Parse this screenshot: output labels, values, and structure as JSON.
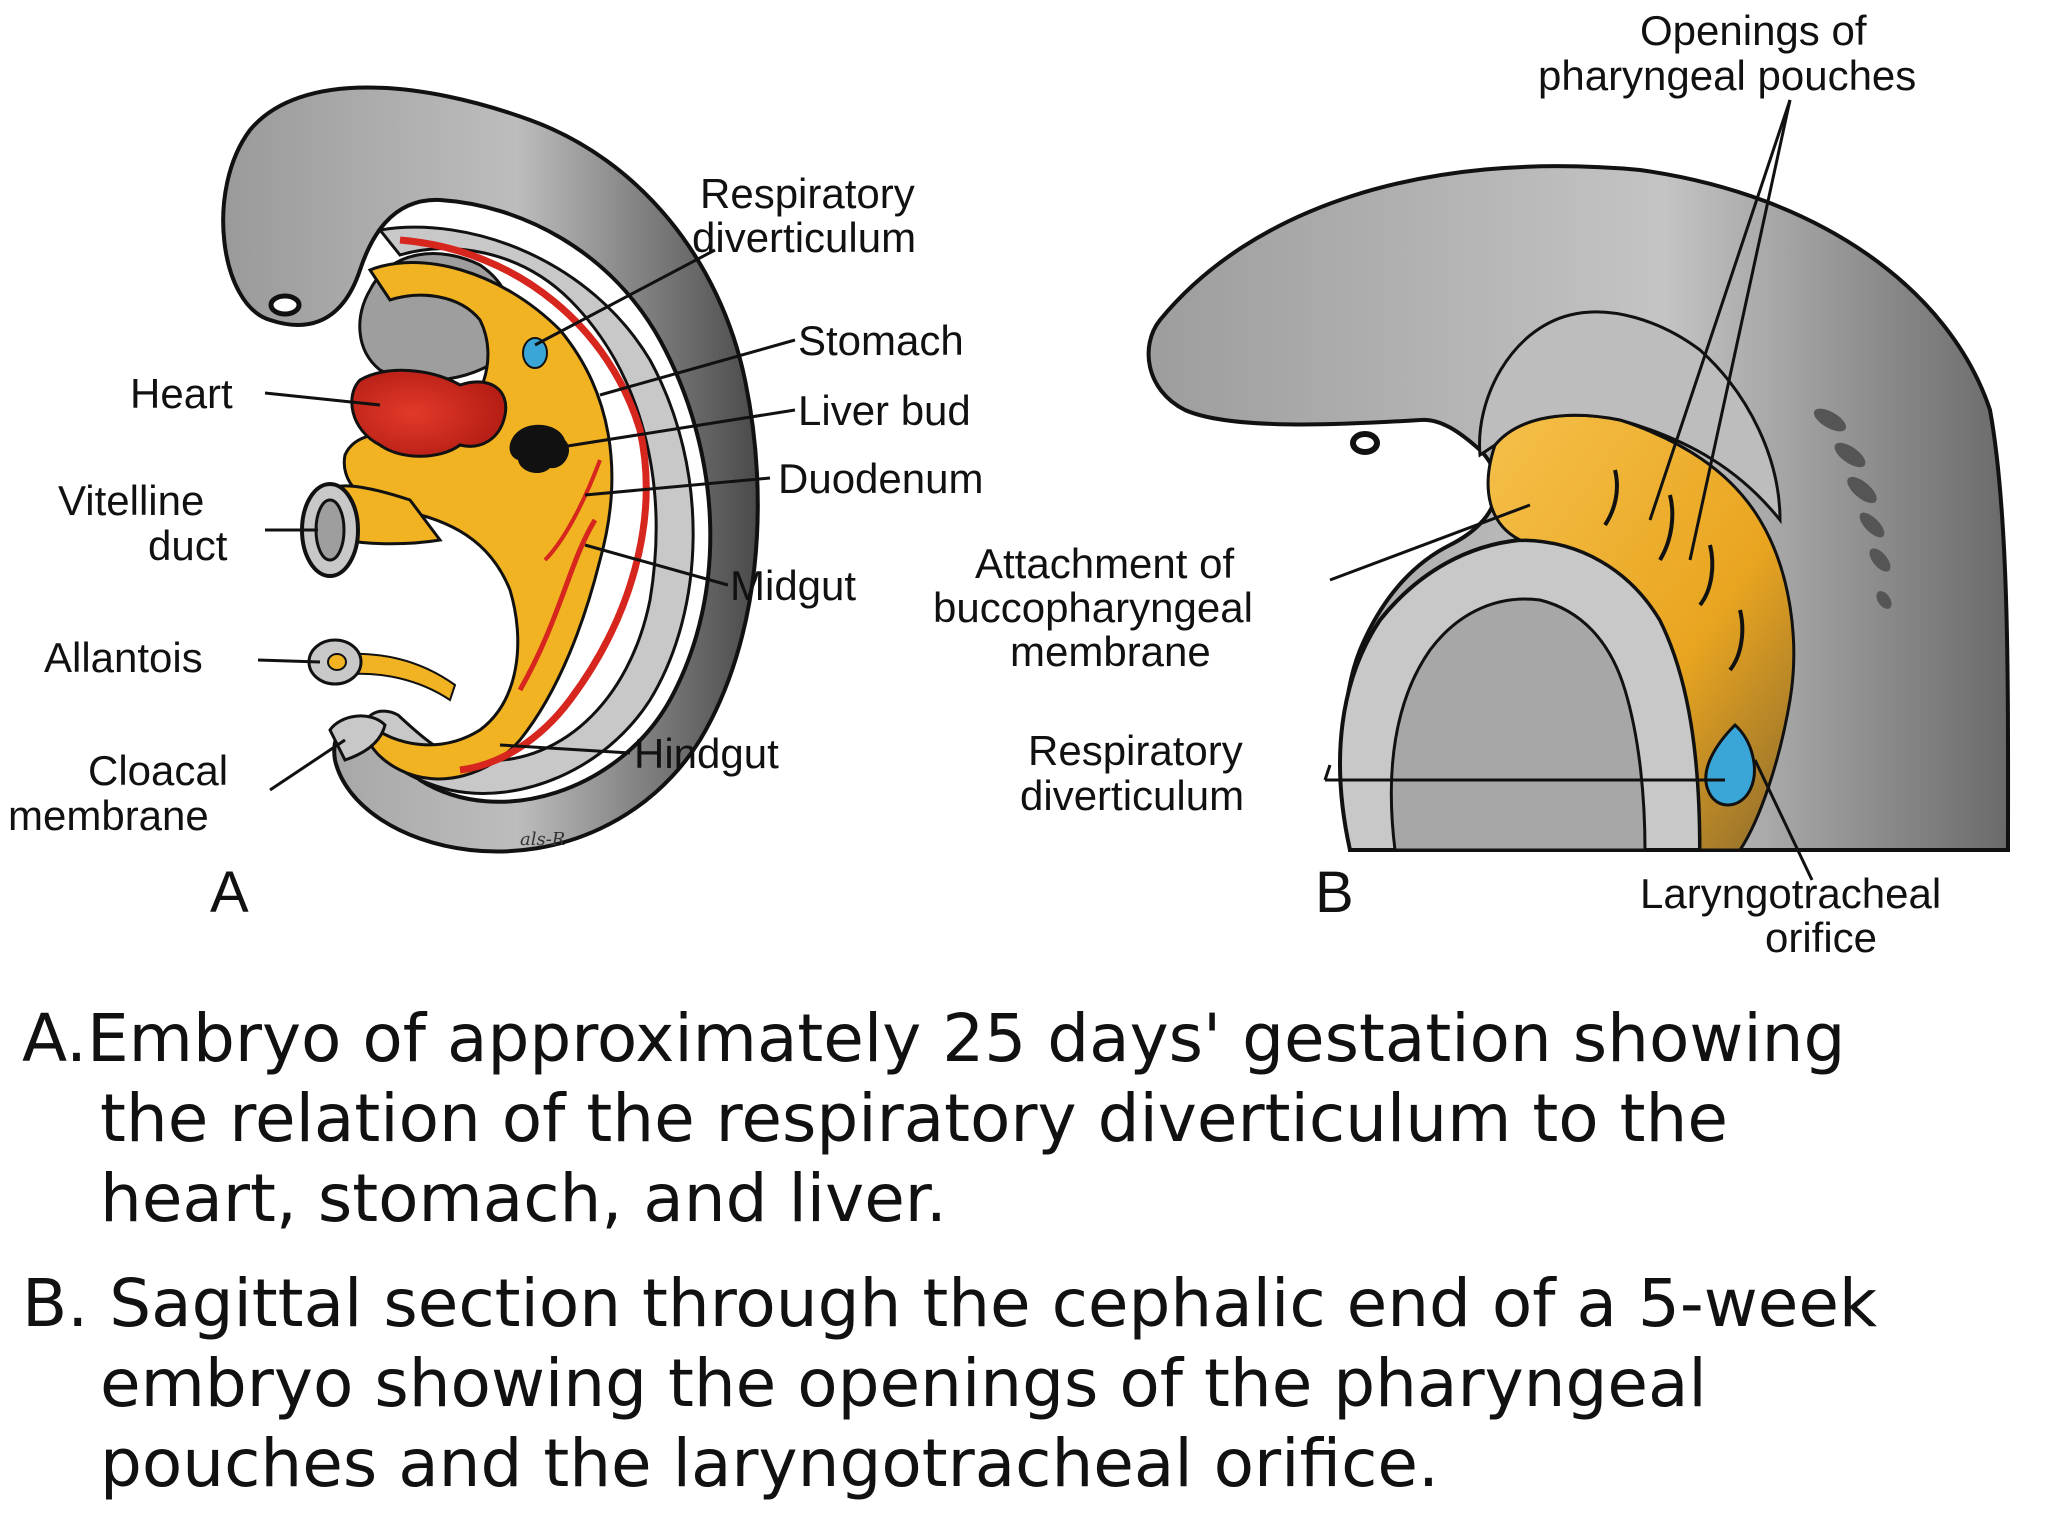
{
  "figure": {
    "panel_a": {
      "letter": "A",
      "labels": {
        "heart": "Heart",
        "vitelline_1": "Vitelline",
        "vitelline_2": "duct",
        "allantois": "Allantois",
        "cloacal_1": "Cloacal",
        "cloacal_2": "membrane",
        "resp_1": "Respiratory",
        "resp_2": "diverticulum",
        "stomach": "Stomach",
        "liver": "Liver bud",
        "duodenum": "Duodenum",
        "midgut": "Midgut",
        "hindgut": "Hindgut"
      },
      "signature": "als-R"
    },
    "panel_b": {
      "letter": "B",
      "labels": {
        "openings_1": "Openings of",
        "openings_2": "pharyngeal pouches",
        "attach_1": "Attachment of",
        "attach_2": "buccopharyngeal",
        "attach_3": "membrane",
        "resp_1": "Respiratory",
        "resp_2": "diverticulum",
        "laryngo_1": "Laryngotracheal",
        "laryngo_2": "orifice"
      }
    },
    "colors": {
      "gray_light": "#c9c9c9",
      "gray_dark": "#5a5a5a",
      "yellow": "#f2b322",
      "red": "#d6261e",
      "blue": "#3aa6d8",
      "outline": "#111111"
    }
  },
  "caption": {
    "a_line1": "A.Embryo of approximately 25 days' gestation showing",
    "a_line2": "the relation of the respiratory diverticulum to the",
    "a_line3": "heart, stomach, and liver.",
    "b_line1": "B. Sagittal section through the cephalic end of a 5-week",
    "b_line2": "embryo showing the openings of the pharyngeal",
    "b_line3": "pouches and the laryngotracheal orifice."
  }
}
